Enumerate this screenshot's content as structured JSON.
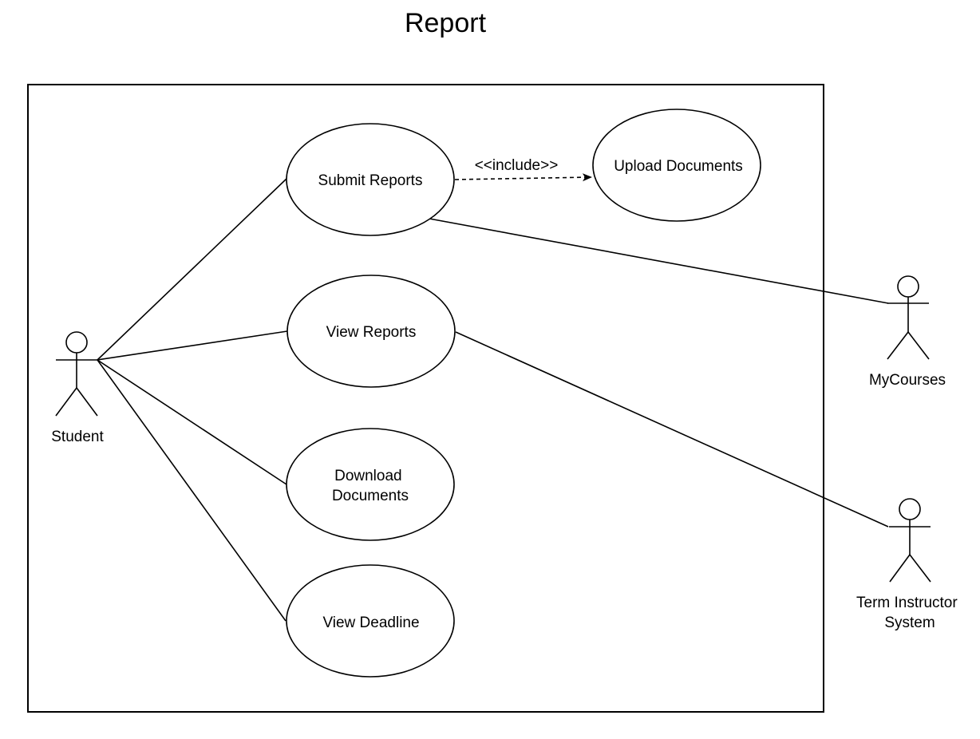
{
  "diagram": {
    "title": "Report",
    "colors": {
      "stroke": "#000000",
      "fill": "#ffffff",
      "background": "#ffffff"
    },
    "use_cases": {
      "submit_reports": "Submit Reports",
      "upload_documents": "Upload Documents",
      "view_reports": "View Reports",
      "download_documents": [
        "Download",
        "Documents"
      ],
      "view_deadline": "View Deadline"
    },
    "actors": {
      "student": "Student",
      "mycourses": "MyCourses",
      "term_instructor_system": [
        "Term Instructor",
        "System"
      ]
    },
    "relationships": {
      "include_label": "<<include>>"
    }
  }
}
